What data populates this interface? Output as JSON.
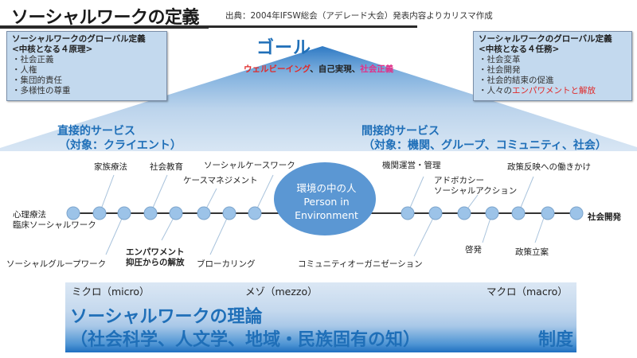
{
  "header": {
    "title": "ソーシャルワークの定義",
    "source": "出典：2004年IFSW総会（アデレード大会）発表内容よりカリスマ作成"
  },
  "box_left": {
    "heading_line1": "ソーシャルワークのグローバル定義",
    "heading_line2": "<中核となる４原理>",
    "items": [
      {
        "text": "・社会正義",
        "color": "pink"
      },
      {
        "text": "・人権",
        "color": "default"
      },
      {
        "text": "・集団的責任",
        "color": "default"
      },
      {
        "text": "・多様性の尊重",
        "color": "default"
      }
    ]
  },
  "box_right": {
    "heading_line1": "ソーシャルワークのグローバル定義",
    "heading_line2": "<中核となる４任務>",
    "items": [
      {
        "text": "・社会変革",
        "color": "default"
      },
      {
        "text": "・社会開発",
        "color": "pink"
      },
      {
        "text": "・社会的結束の促進",
        "color": "default"
      },
      {
        "prefix": "・人々の",
        "highlight": "エンパワメントと解放",
        "color": "red"
      }
    ]
  },
  "goal": {
    "title": "ゴール",
    "part1": "ウェルビーイング",
    "sep1": "、",
    "part2": "自己実現",
    "sep2": "、",
    "part3": "社会正義"
  },
  "services": {
    "direct_title": "直接的サービス",
    "direct_target": "（対象：クライエント）",
    "indirect_title": "間接的サービス",
    "indirect_target": "（対象：機関、グループ、コミュニティ、社会）"
  },
  "center": {
    "line1": "環境の中の人",
    "line2": "Person in",
    "line3": "Environment"
  },
  "timeline": {
    "left_end_line1": "心理療法",
    "left_end_line2": "臨床ソーシャルワーク",
    "right_end": "社会開発",
    "top_labels": [
      "家族療法",
      "社会教育",
      "ソーシャルケースワーク",
      "ケースマネジメント",
      "機関運営・管理",
      "アドボカシー",
      "ソーシャルアクション",
      "政策反映への働きかけ"
    ],
    "bottom_labels": [
      "ソーシャルグループワーク",
      "エンパワメント",
      "抑圧からの解放",
      "ブローカリング",
      "コミュニティオーガニゼーション",
      "啓発",
      "政策立案"
    ]
  },
  "bottom": {
    "micro": "ミクロ（micro）",
    "mezzo": "メゾ（mezzo）",
    "macro": "マクロ（macro）",
    "theory_title": "ソーシャルワークの理論",
    "theory_sub": "（社会科学、人文学、地域・民族固有の知）",
    "system": "制度"
  },
  "colors": {
    "accent_blue": "#1f6fb8",
    "pink": "#e0338a",
    "red": "#e02a2a",
    "box_bg": "#c3d9ee",
    "node_fill": "#9cc3e8",
    "center_fill": "#5b97d3"
  }
}
